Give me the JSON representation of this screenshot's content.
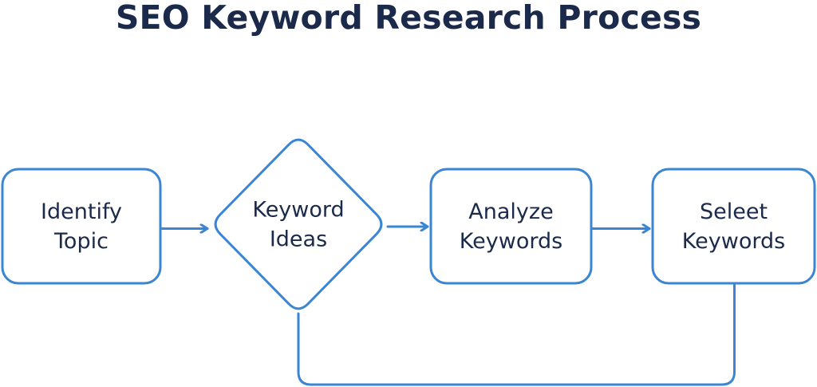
{
  "title": "SEO Keyword Research Process",
  "colors": {
    "stroke": "#3a86d4",
    "text": "#1b2a4a",
    "background": "#ffffff"
  },
  "nodes": [
    {
      "id": "identify-topic",
      "shape": "rounded-rect",
      "lines": [
        "Identify",
        "Topic"
      ]
    },
    {
      "id": "keyword-ideas",
      "shape": "diamond",
      "lines": [
        "Keyword",
        "Ideas"
      ]
    },
    {
      "id": "analyze-keywords",
      "shape": "rounded-rect",
      "lines": [
        "Analyze",
        "Keywords"
      ]
    },
    {
      "id": "select-keywords",
      "shape": "rounded-rect",
      "lines": [
        "Seleet",
        "Keywords"
      ]
    }
  ],
  "edges": [
    {
      "from": "identify-topic",
      "to": "keyword-ideas",
      "arrow": true
    },
    {
      "from": "keyword-ideas",
      "to": "analyze-keywords",
      "arrow": true
    },
    {
      "from": "analyze-keywords",
      "to": "select-keywords",
      "arrow": true
    },
    {
      "from": "select-keywords",
      "to": "keyword-ideas",
      "arrow": false,
      "route": "loop-below"
    }
  ]
}
